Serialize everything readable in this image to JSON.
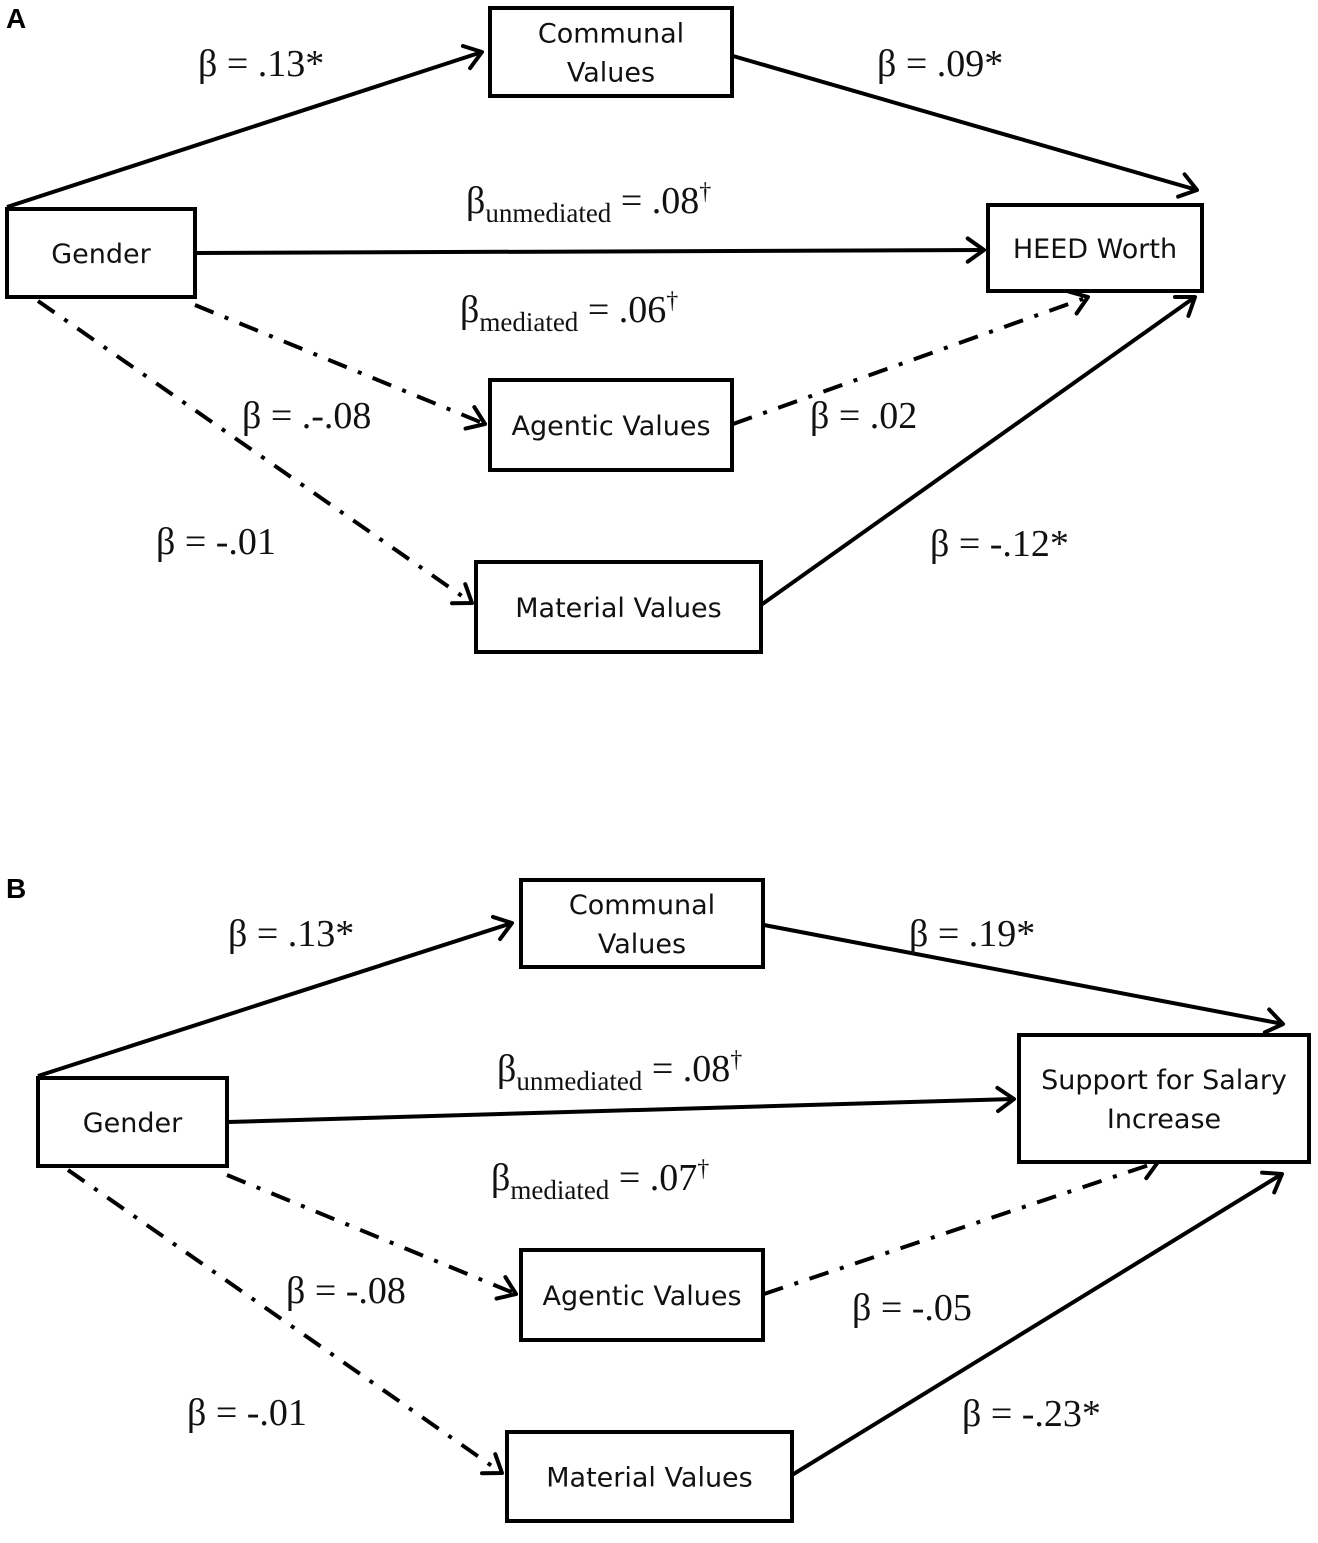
{
  "panels": [
    {
      "id": "A",
      "label": "A",
      "nodes": {
        "communal": [
          "Communal",
          "Values"
        ],
        "gender": [
          "Gender"
        ],
        "outcome": [
          "HEED Worth"
        ],
        "agentic": [
          "Agentic Values"
        ],
        "material": [
          "Material Values"
        ]
      },
      "edges": {
        "gender_communal": "β = .13*",
        "communal_outcome": "β = .09*",
        "gender_agentic": "β = .-.08",
        "agentic_outcome": "β = .02",
        "gender_material": "β = -.01",
        "material_outcome": "β = -.12*"
      },
      "direct": {
        "unmediated": {
          "beta": "β",
          "sub": "unmediated",
          "value": " = .08",
          "sup": "†"
        },
        "mediated": {
          "beta": "β",
          "sub": "mediated",
          "value": " = .06",
          "sup": "†"
        }
      }
    },
    {
      "id": "B",
      "label": "B",
      "nodes": {
        "communal": [
          "Communal",
          "Values"
        ],
        "gender": [
          "Gender"
        ],
        "outcome": [
          "Support for Salary",
          "Increase"
        ],
        "agentic": [
          "Agentic Values"
        ],
        "material": [
          "Material Values"
        ]
      },
      "edges": {
        "gender_communal": "β = .13*",
        "communal_outcome": "β = .19*",
        "gender_agentic": "β = -.08",
        "agentic_outcome": "β = -.05",
        "gender_material": "β = -.01",
        "material_outcome": "β = -.23*"
      },
      "direct": {
        "unmediated": {
          "beta": "β",
          "sub": "unmediated",
          "value": " = .08",
          "sup": "†"
        },
        "mediated": {
          "beta": "β",
          "sub": "mediated",
          "value": " = .07",
          "sup": "†"
        }
      }
    }
  ]
}
